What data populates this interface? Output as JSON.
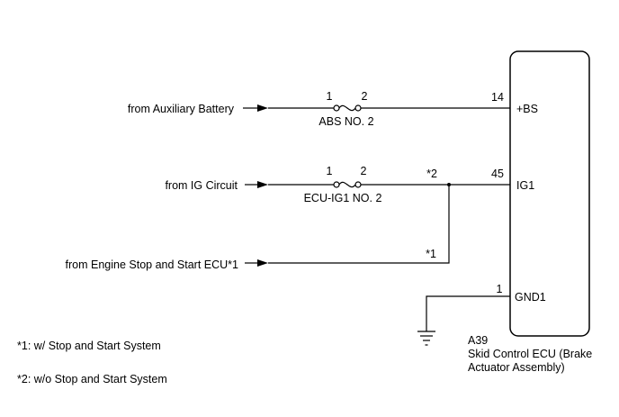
{
  "sources": {
    "aux_battery": "from Auxiliary Battery",
    "ig_circuit": "from IG Circuit",
    "engine_ecu": "from Engine Stop and Start ECU*1"
  },
  "fuses": {
    "abs": {
      "name": "ABS NO. 2",
      "pin_a": "1",
      "pin_b": "2"
    },
    "ecu_ig1": {
      "name": "ECU-IG1 NO. 2",
      "pin_a": "1",
      "pin_b": "2"
    }
  },
  "markers": {
    "m2": "*2",
    "m1": "*1"
  },
  "ecu": {
    "code": "A39",
    "name_line1": "Skid Control ECU (Brake",
    "name_line2": "Actuator Assembly)",
    "pins": {
      "bs": {
        "num": "14",
        "label": "+BS"
      },
      "ig1": {
        "num": "45",
        "label": "IG1"
      },
      "gnd1": {
        "num": "1",
        "label": "GND1"
      }
    }
  },
  "notes": {
    "n1": "*1: w/ Stop and Start System",
    "n2": "*2: w/o Stop and Start System"
  }
}
